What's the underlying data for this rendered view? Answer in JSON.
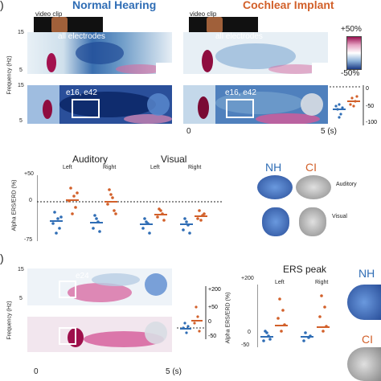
{
  "panel_a": {
    "marker": ")",
    "titles": {
      "nh": "Normal Hearing",
      "ci": "Cochlear Implant"
    },
    "video_clip_label": "video clip",
    "freq_axis_label": "Frequency (Hz)",
    "freq_ticks": [
      "15",
      "5",
      "15",
      "5"
    ],
    "row1_label": "all electrodes",
    "row2_label": "e16, e42",
    "colorbar": {
      "top": "+50%",
      "bottom": "-50%"
    },
    "time_ticks": [
      "0",
      "5 (s)"
    ],
    "side_ticks": [
      "0",
      "-50",
      "-100"
    ],
    "auditory_title": "Auditory",
    "visual_title": "Visual",
    "left_label": "Left",
    "right_label": "Right",
    "ylabel": "Alpha ERS/ERD (%)",
    "y_ticks": [
      "+50",
      "0",
      "-75"
    ],
    "brain_nh": "NH",
    "brain_ci": "CI",
    "brain_auditory": "Auditory",
    "brain_visual": "Visual"
  },
  "panel_b": {
    "marker": ")",
    "freq_axis_label": "Frequency (Hz)",
    "freq_ticks": [
      "15",
      "5"
    ],
    "electrode_label": "e24",
    "side_ticks": [
      "+200",
      "+50",
      "0",
      "-50"
    ],
    "time_ticks": [
      "0",
      "5 (s)"
    ],
    "ers_title": "ERS peak",
    "left_label": "Left",
    "right_label": "Right",
    "ylabel": "Alpha ERS/ERD (%)",
    "y_ticks": [
      "+200",
      "0",
      "-50"
    ],
    "brain_nh": "NH",
    "brain_ci": "CI"
  },
  "colors": {
    "nh": "#2f6db5",
    "ci": "#d2602a",
    "erd_blue": "#1d3f8f",
    "ers_magenta": "#c2185b"
  }
}
